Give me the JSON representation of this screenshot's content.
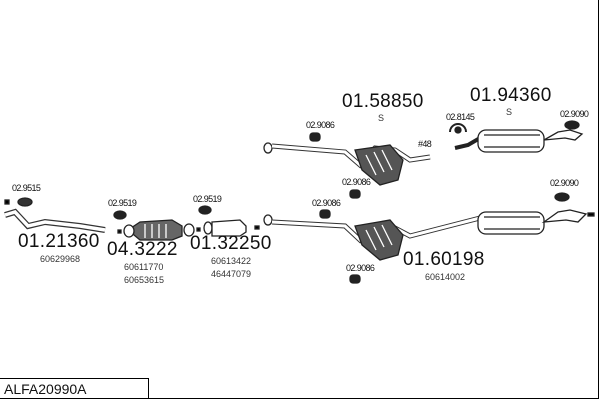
{
  "parts": [
    {
      "number": "01.21360",
      "refs": [
        "60629968"
      ],
      "clamp": "02.9515"
    },
    {
      "number": "04.3222",
      "refs": [
        "60611770",
        "60653615"
      ],
      "clamp": "02.9519"
    },
    {
      "number": "01.32250",
      "refs": [
        "60613422",
        "46447079"
      ],
      "clamp": "02.9519"
    },
    {
      "number": "01.58850",
      "suffix": "S",
      "hanger_top": "02.9086",
      "hanger_bottom": "02.9086"
    },
    {
      "number": "01.94360",
      "suffix": "S",
      "clamp": "02.8145",
      "hanger": "02.9090",
      "pipe_size": "#48"
    },
    {
      "number": "01.60198",
      "refs": [
        "60614002"
      ],
      "hanger_top": "02.9086",
      "hanger_bottom": "02.9086",
      "hanger_rear": "02.9090"
    }
  ],
  "footer": {
    "code": "ALFA20990A"
  }
}
